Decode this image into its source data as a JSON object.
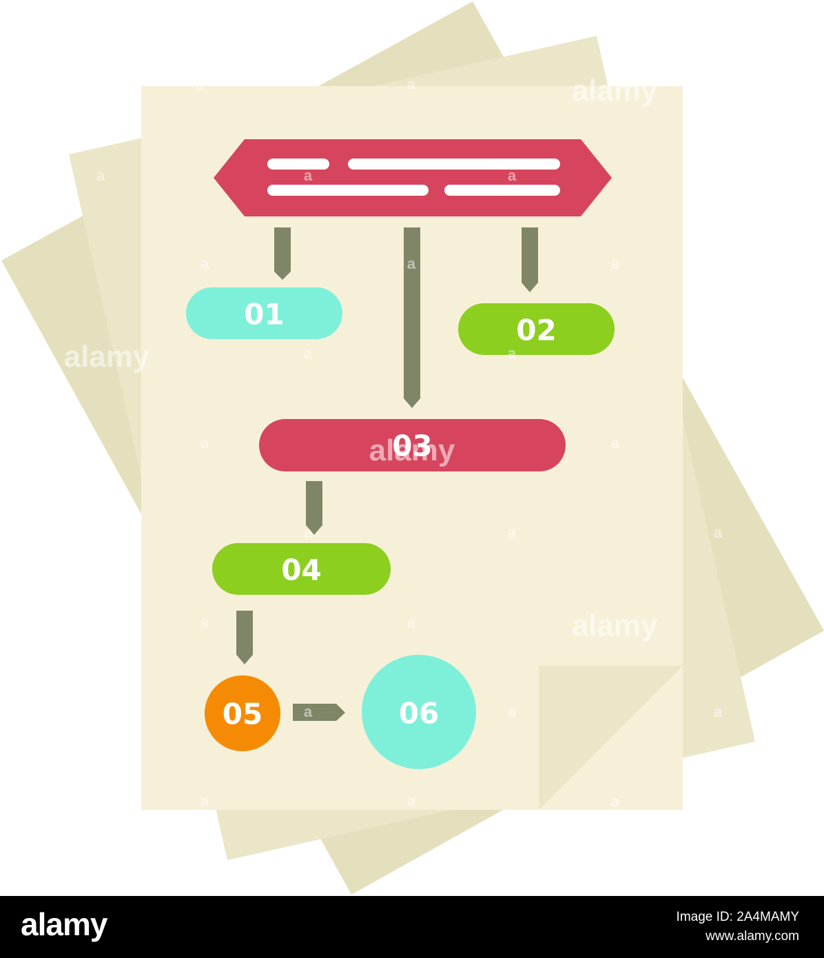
{
  "colors": {
    "sheet_back": "#e4e0bd",
    "sheet_mid": "#ebe6c7",
    "sheet_front": "#f7f0d8",
    "fold": "#ece6c8",
    "title_banner": "#d6455d",
    "connector": "#7f8668",
    "cyan": "#7ef0da",
    "green": "#8ccf1f",
    "red": "#d6455d",
    "orange": "#f58b05",
    "footer_bg": "#000000",
    "footer_text": "#ffffff"
  },
  "diagram": {
    "nodes": [
      {
        "id": "01",
        "label": "01",
        "shape": "pill",
        "color": "cyan"
      },
      {
        "id": "02",
        "label": "02",
        "shape": "pill",
        "color": "green"
      },
      {
        "id": "03",
        "label": "03",
        "shape": "pill",
        "color": "red"
      },
      {
        "id": "04",
        "label": "04",
        "shape": "pill",
        "color": "green"
      },
      {
        "id": "05",
        "label": "05",
        "shape": "circle",
        "color": "orange"
      },
      {
        "id": "06",
        "label": "06",
        "shape": "circle",
        "color": "cyan"
      }
    ],
    "edges": [
      {
        "from": "title",
        "to": "01"
      },
      {
        "from": "title",
        "to": "02"
      },
      {
        "from": "title",
        "to": "03"
      },
      {
        "from": "03",
        "to": "04"
      },
      {
        "from": "04",
        "to": "05"
      },
      {
        "from": "05",
        "to": "06"
      }
    ]
  },
  "watermark": {
    "text": "alamy",
    "glyph": "a"
  },
  "footer": {
    "logo": "alamy",
    "image_id": "Image ID: 2A4MAMY",
    "url": "www.alamy.com"
  }
}
